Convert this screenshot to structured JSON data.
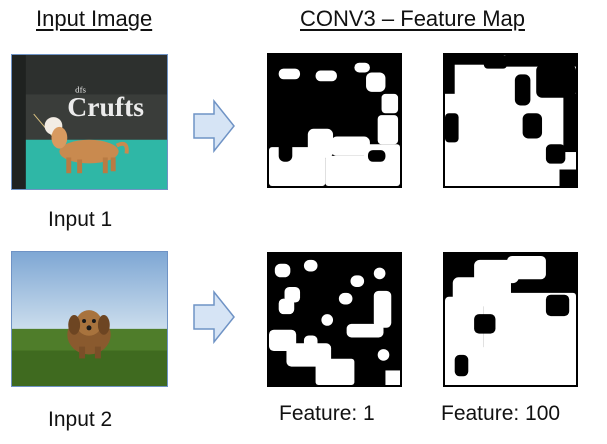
{
  "headings": {
    "input_image": "Input Image",
    "feature_map": "CONV3 – Feature Map"
  },
  "rows": [
    {
      "input_label": "Input 1"
    },
    {
      "input_label": "Input 2"
    }
  ],
  "feature_labels": [
    "Feature: 1",
    "Feature: 100"
  ],
  "photo_texts": {
    "logo": "Crufts",
    "logo_small": "dfs"
  },
  "colors": {
    "arrow_fill": "#d6e4f5",
    "arrow_stroke": "#6f93c5",
    "photo_border": "#6f93c5"
  }
}
